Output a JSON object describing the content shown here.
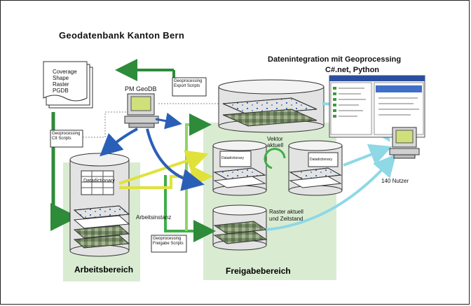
{
  "title": "Geodatenbank Kanton Bern",
  "integration": {
    "line1": "Datenintegration mit Geoprocessing",
    "line2": "C#.net, Python"
  },
  "formats": [
    "Coverage",
    "Shape",
    "Raster",
    "PGDB"
  ],
  "labels": {
    "pm_geodb": "PM GeoDB",
    "geoprocessing_export_scripts": "Geoprocessing Export Scripts",
    "geoprocessing_cit_scripts": "Geoprocessing CIt Scripts",
    "geoprocessing_freigabe_scripts": "Geoprocessing Freigabe Scripts",
    "datadictionary_main": "Datadictionary",
    "datadictionary_small1": "Datadictionary",
    "datadictionary_small2": "Datadictionary",
    "vektor_aktuell": "Vektor aktuell",
    "raster_aktuell": "Raster aktuell und Zeitstand",
    "arbeitsinstanz": "Arbeitsinstanz",
    "nutzer": "140 Nutzer"
  },
  "zones": {
    "arbeitsbereich": "Arbeitsbereich",
    "freigabebereich": "Freigabebereich"
  },
  "colors": {
    "green_arrow": "#2e8b3a",
    "blue_arrow": "#2a5fb8",
    "lightblue_arrow": "#8fd8e6",
    "yellow_arrow": "#e6e84a",
    "zone_fill": "#d9ecd2",
    "cylinder": "#e3e3e3"
  }
}
